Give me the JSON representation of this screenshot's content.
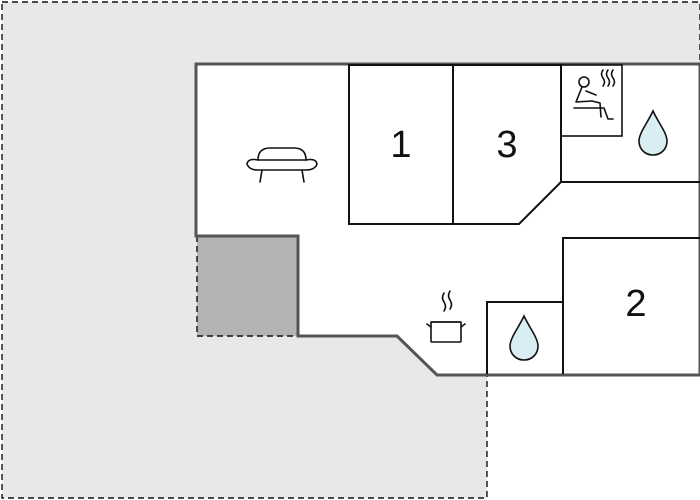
{
  "floorplan": {
    "colors": {
      "background": "#ffffff",
      "plot_fill": "#e8e8e8",
      "terrace_fill": "#b3b3b3",
      "outer_wall": "#555555",
      "inner_wall": "#111111",
      "water": "#d9eef2"
    },
    "rooms": [
      {
        "id": "bedroom-1",
        "label": "1"
      },
      {
        "id": "bedroom-3",
        "label": "3"
      },
      {
        "id": "bedroom-2",
        "label": "2"
      }
    ],
    "icons": {
      "living": "sofa-icon",
      "sauna": "sauna-icon",
      "bathroom_upper": "water-drop-icon",
      "bathroom_lower": "water-drop-icon",
      "kitchen": "cooking-pot-icon"
    }
  }
}
